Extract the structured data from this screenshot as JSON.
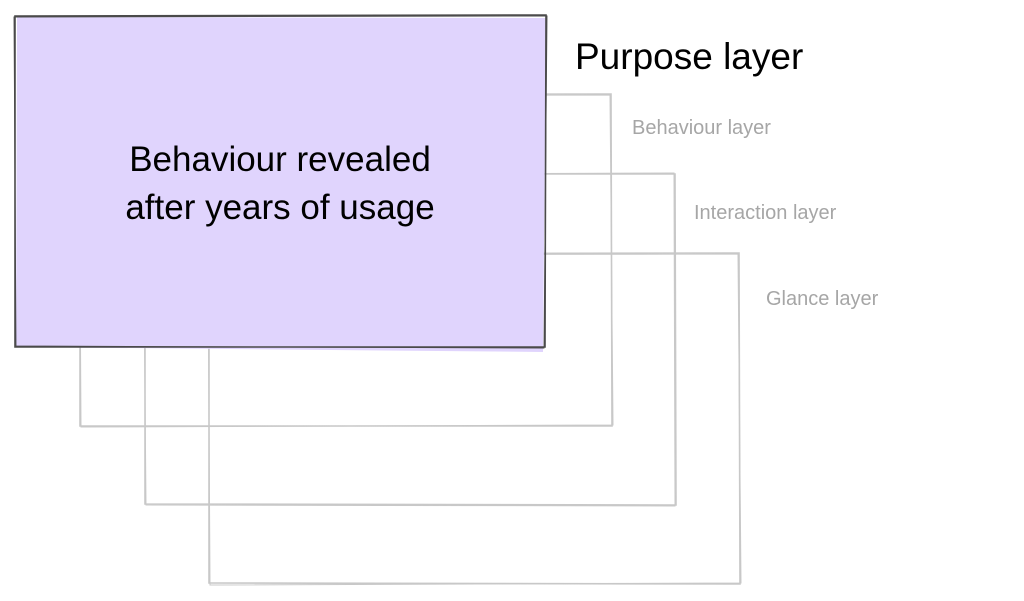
{
  "colors": {
    "highlight_fill": "#e0d4fd",
    "highlight_stroke": "#4a4a4a",
    "layer_stroke": "#c8c8c8",
    "label_muted": "#a6a6a6",
    "label_primary": "#000000"
  },
  "layers": [
    {
      "id": "purpose",
      "label": "Purpose layer",
      "highlighted": true
    },
    {
      "id": "behaviour",
      "label": "Behaviour layer",
      "highlighted": false
    },
    {
      "id": "interaction",
      "label": "Interaction layer",
      "highlighted": false
    },
    {
      "id": "glance",
      "label": "Glance layer",
      "highlighted": false
    }
  ],
  "highlight_text": {
    "line1": "Behaviour revealed",
    "line2": "after years of usage"
  }
}
